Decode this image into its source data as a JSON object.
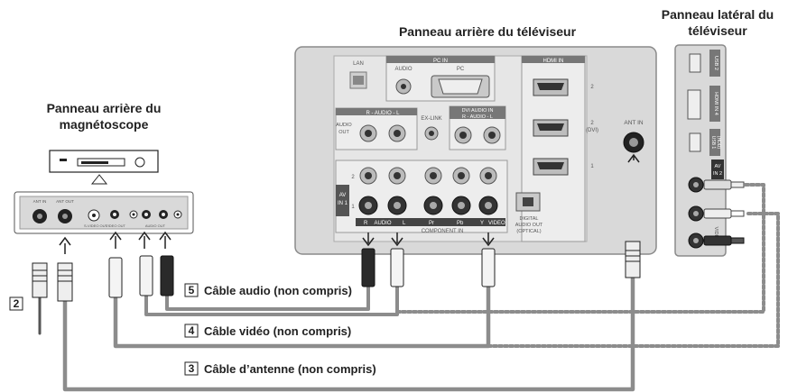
{
  "headings": {
    "tv_rear": "Panneau arrière du téléviseur",
    "tv_side_line1": "Panneau latéral du",
    "tv_side_line2": "téléviseur",
    "vcr_rear_line1": "Panneau arrière du",
    "vcr_rear_line2": "magnétoscope"
  },
  "tv_rear_panel": {
    "lan": "LAN",
    "pc_in": "PC IN",
    "audio": "AUDIO",
    "pc": "PC",
    "hdmi_in": "HDMI IN",
    "hdmi_2": "2",
    "hdmi_2dvi_a": "2",
    "hdmi_2dvi_b": "(DVI)",
    "hdmi_1": "1",
    "ex_link": "EX-LINK",
    "audio_out_a": "AUDIO",
    "audio_out_b": "OUT",
    "r_audio_l": "R - AUDIO - L",
    "dvi_audio_in": "DVI AUDIO IN",
    "dvi_r_audio_l": "R - AUDIO - L",
    "ant_in": "ANT IN",
    "av_in_a": "AV",
    "av_in_b": "IN 1",
    "row_2": "2",
    "row_1": "1",
    "r": "R",
    "audio_label": "AUDIO",
    "l": "L",
    "pr": "Pr",
    "pb": "Pb",
    "y": "Y",
    "video": "VIDEO",
    "component_in": "COMPONENT IN",
    "digital_a": "DIGITAL",
    "digital_b": "AUDIO OUT",
    "digital_c": "(OPTICAL)"
  },
  "tv_side_panel": {
    "usb2": "USB 2",
    "hdmi_in_4": "HDMI IN 4",
    "usb1_a": "USB 1",
    "usb1_b": "(HDD)",
    "av_in2_a": "AV",
    "av_in2_b": "IN 2",
    "video": "VIDEO"
  },
  "vcr_panel": {
    "ant_in": "ANT IN",
    "ant_out": "ANT OUT",
    "svideo_out": "S-VIDEO OUT",
    "video_out": "VIDEO OUT",
    "audio_out": "AUDIO OUT"
  },
  "cables": [
    {
      "number": "5",
      "label": "Câble audio (non compris)"
    },
    {
      "number": "4",
      "label": "Câble vidéo (non compris)"
    },
    {
      "number": "3",
      "label": "Câble d’antenne (non compris)"
    }
  ],
  "wall_cable_number": "2",
  "colors": {
    "panel": "#d9d9d9",
    "panel_inner": "#efefef",
    "cable": "#8c8c8c",
    "black_jack": "#1a1a1a",
    "text": "#222222"
  }
}
